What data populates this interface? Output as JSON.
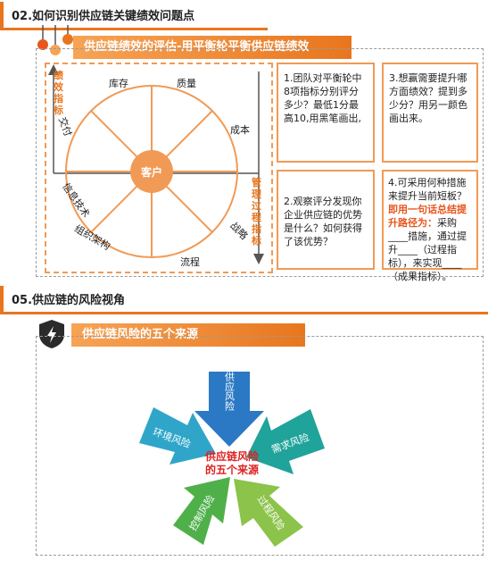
{
  "section1": {
    "title": "02.如何识别供应链关键绩效问题点",
    "banner": "供应链绩效的评估-用平衡轮平衡供应链绩效"
  },
  "wheel": {
    "center": "客户",
    "labels": [
      "库存",
      "质量",
      "成本",
      "战略",
      "流程",
      "组织架构",
      "信息技术",
      "交付"
    ],
    "left_axis": "绩效指标",
    "right_axis": "管理过程指标"
  },
  "questions": [
    {
      "text": "1.团队对平衡轮中8项指标分别评分多少？最低1分最高10,用黑笔画出,"
    },
    {
      "text": "3.想赢需要提升哪方面绩效？提到多少分？用另一颜色画出来。"
    },
    {
      "text": "2.观察评分发现你企业供应链的优势是什么？如何获得了该优势？"
    },
    {
      "text": "4.可采用何种措施来提升当前短板？",
      "highlight": "即用一句话总结提升路径为：",
      "tail": "采购____措施，通过提升____（过程指标），来实现____（成果指标）。"
    }
  ],
  "section2": {
    "title": "05.供应链的风险视角",
    "banner": "供应链风险的五个来源"
  },
  "risk": {
    "center": "供应链风险的五个来源",
    "arrows": [
      "供应风险",
      "需求风险",
      "过程风险",
      "控制风险",
      "环境风险"
    ]
  },
  "colors": {
    "accent": "#e8761e",
    "supply": "#2b78c4",
    "demand": "#1fa39a",
    "process": "#8cc34a",
    "control": "#4fb04a",
    "environment": "#2fa6c9",
    "center_text": "#e02020"
  }
}
